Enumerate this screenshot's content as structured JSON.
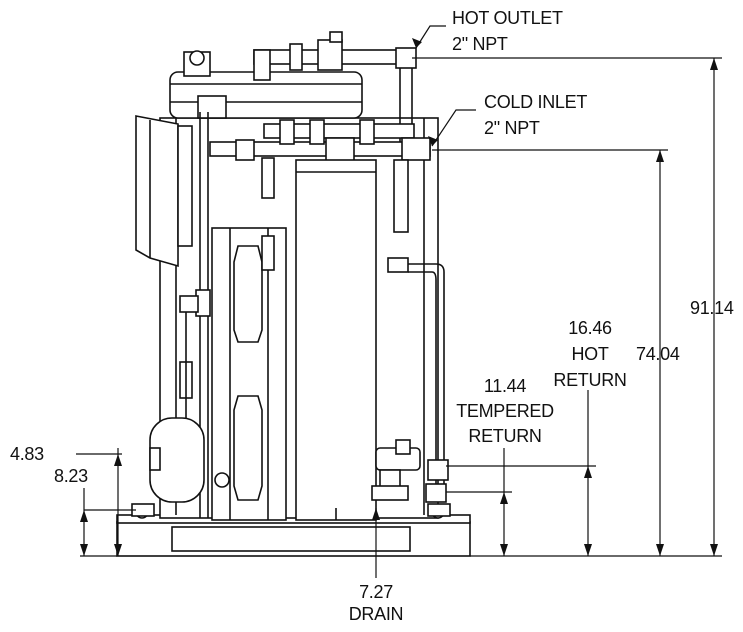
{
  "callouts": {
    "hot_outlet": {
      "line1": "HOT OUTLET",
      "line2": "2\" NPT"
    },
    "cold_inlet": {
      "line1": "COLD INLET",
      "line2": "2\" NPT"
    }
  },
  "dimensions": {
    "overall_height": "91.14",
    "cold_inlet_height": "74.04",
    "hot_return": {
      "value": "16.46",
      "line1": "HOT",
      "line2": "RETURN"
    },
    "tempered_return": {
      "value": "11.44",
      "line1": "TEMPERED",
      "line2": "RETURN"
    },
    "drain": {
      "value": "7.27",
      "label": "DRAIN"
    },
    "left_upper": "4.83",
    "left_lower": "8.23"
  },
  "colors": {
    "line": "#111111",
    "fill": "#ffffff",
    "shade": "#d9d9d9"
  }
}
